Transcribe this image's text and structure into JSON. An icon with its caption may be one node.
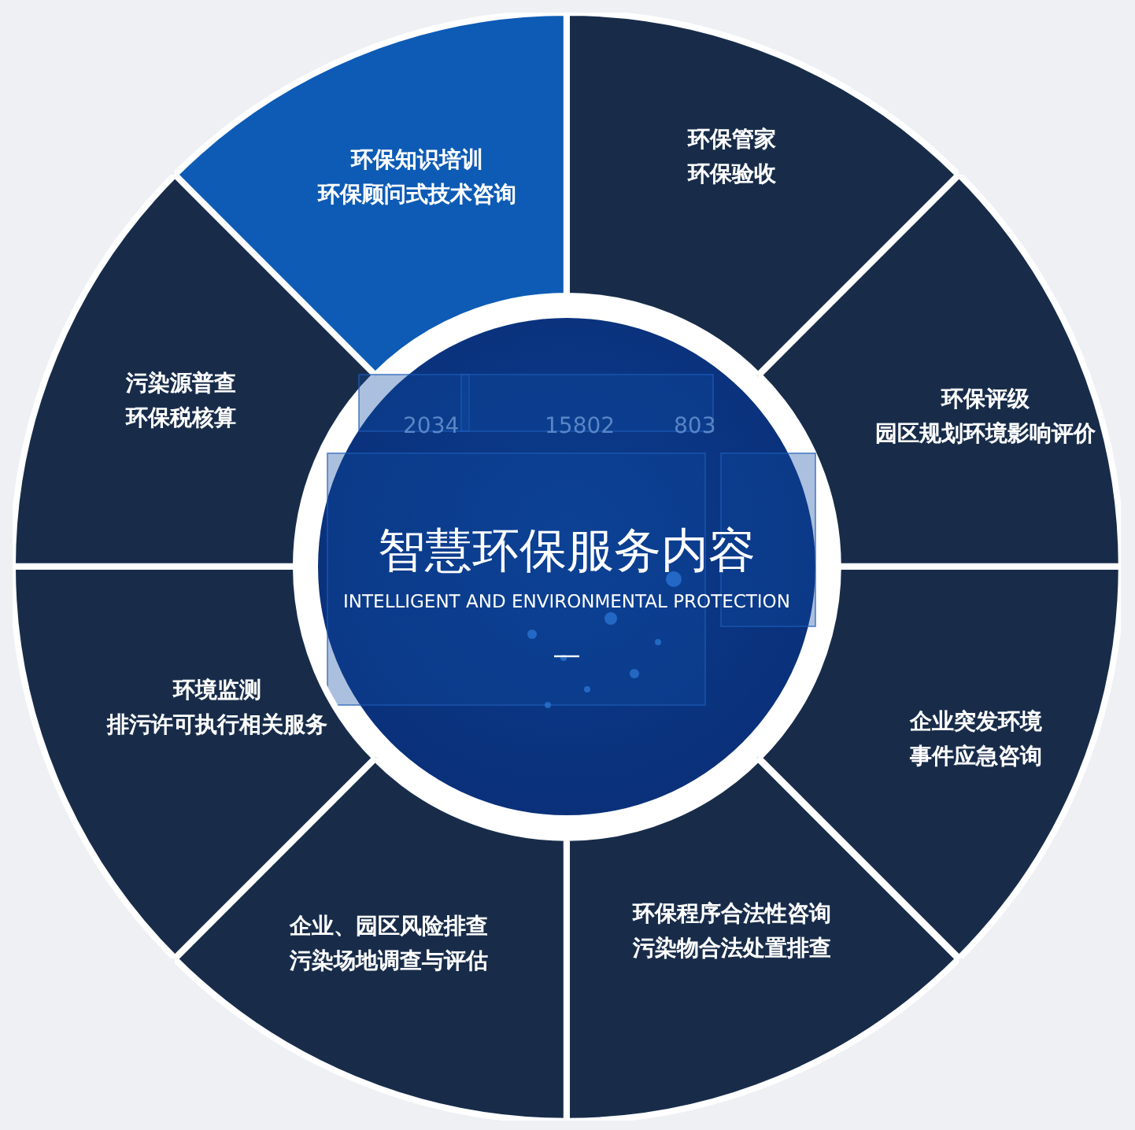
{
  "diagram": {
    "nodes": [
      {
        "text": [
          "环保知识培训",
          "环保顾问式技术咨询"
        ]
      },
      {
        "text": [
          "环保管家",
          "环保验收"
        ]
      },
      {
        "text": [
          "污染源普查",
          "环保税核算"
        ]
      },
      {
        "text": [
          "环保评级",
          "园区规划环境影响评价"
        ]
      },
      {
        "text": [
          "智慧环保服务内容",
          "INTELLIGENT AND ENVIRONMENTAL PROTECTION"
        ]
      },
      {
        "text": [
          "环境监测",
          "排污许可执行相关服务"
        ]
      },
      {
        "text": [
          "企业突发环境事件应急咨询"
        ]
      },
      {
        "text": [
          "企业、园区风险排查",
          "污染场地调查与评估"
        ]
      },
      {
        "text": [
          "环保程序合法性咨询",
          "污染物合法处置排查"
        ]
      }
    ],
    "labels": [
      "2034",
      "15802",
      "803"
    ]
  }
}
